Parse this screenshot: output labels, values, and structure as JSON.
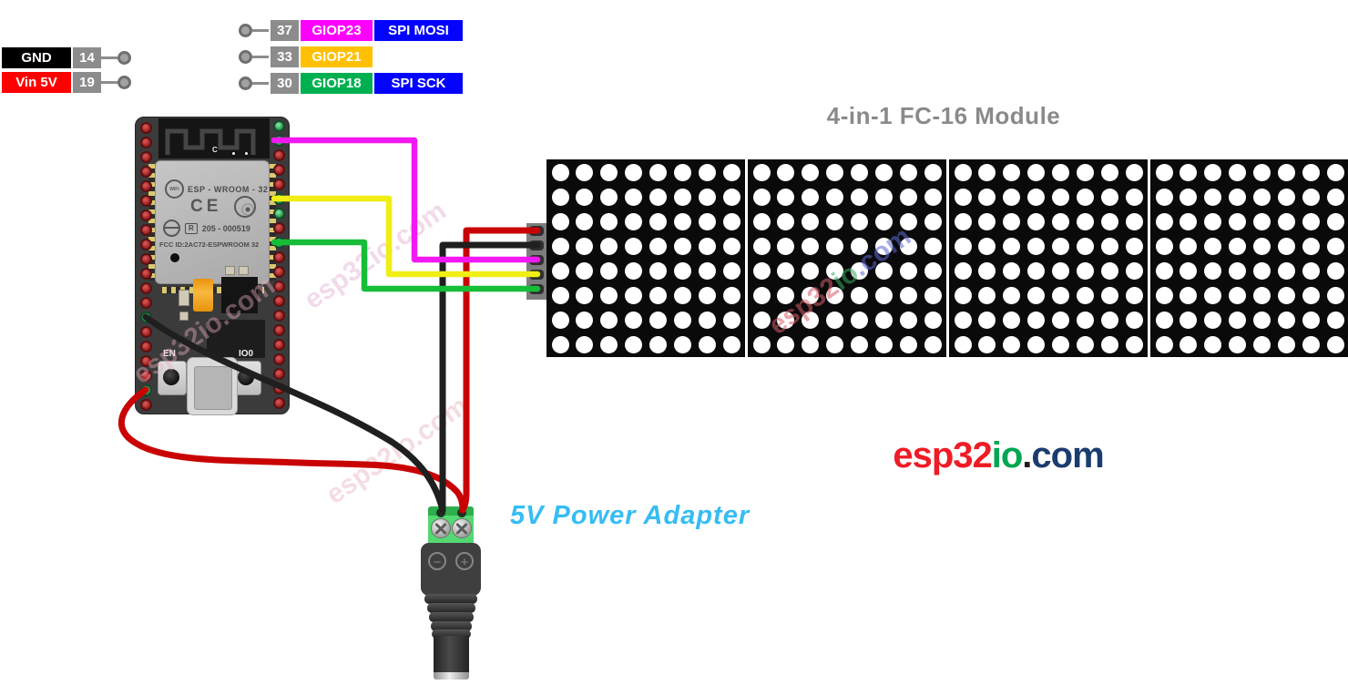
{
  "page": {
    "title": "4-in-1 FC-16 Module",
    "power_label": "5V Power Adapter",
    "watermark": "esp32io.com"
  },
  "logo": {
    "esp32": "esp32",
    "io": "io",
    "dot": ".",
    "com": "com",
    "esp32_color": "#ee1c25",
    "io_color": "#00a651",
    "dot_color": "#1d1d1b",
    "com_color": "#1b3c6e"
  },
  "pin_labels": {
    "pin_box_bg": "#8c8c8c",
    "left": [
      {
        "name": "GND",
        "name_bg": "#000000",
        "pin": "14"
      },
      {
        "name": "Vin 5V",
        "name_bg": "#fe0000",
        "pin": "19"
      }
    ],
    "right": [
      {
        "pin": "37",
        "gpio": "GIOP23",
        "gpio_bg": "#fe00fe",
        "func": "SPI MOSI",
        "func_bg": "#0404fe"
      },
      {
        "pin": "33",
        "gpio": "GIOP21",
        "gpio_bg": "#ffc000",
        "func": "",
        "func_bg": "transparent"
      },
      {
        "pin": "30",
        "gpio": "GIOP18",
        "gpio_bg": "#00b050",
        "func": "SPI SCK",
        "func_bg": "#0404fe"
      }
    ]
  },
  "board": {
    "antenna_label": "C",
    "wifi_label": "WiFi",
    "module_name": "ESP - WROOM - 32",
    "ce_mark": "CE",
    "r_mark": "R",
    "serial": "205 - 000519",
    "fcc_line": "FCC ID:2AC72-ESPWROOM 32",
    "button_left": "EN",
    "button_right": "IO0",
    "left_pins": "rrrrrrrrrrrrrgrrrrgr",
    "right_pins": "ggrrrggrgrrrrrrrrrrr"
  },
  "matrix": {
    "panels": 4,
    "rows": 8,
    "cols": 8,
    "dot_color": "#ffffff",
    "panel_bg": "#0a0a0a"
  },
  "wires": {
    "mosi_color": "#f318f3",
    "cs_color": "#f0ee13",
    "sck_color": "#16bd37",
    "vcc_color": "#c90303",
    "gnd_color": "#1f1f1f"
  },
  "adapter": {
    "minus": "−",
    "plus": "+"
  }
}
